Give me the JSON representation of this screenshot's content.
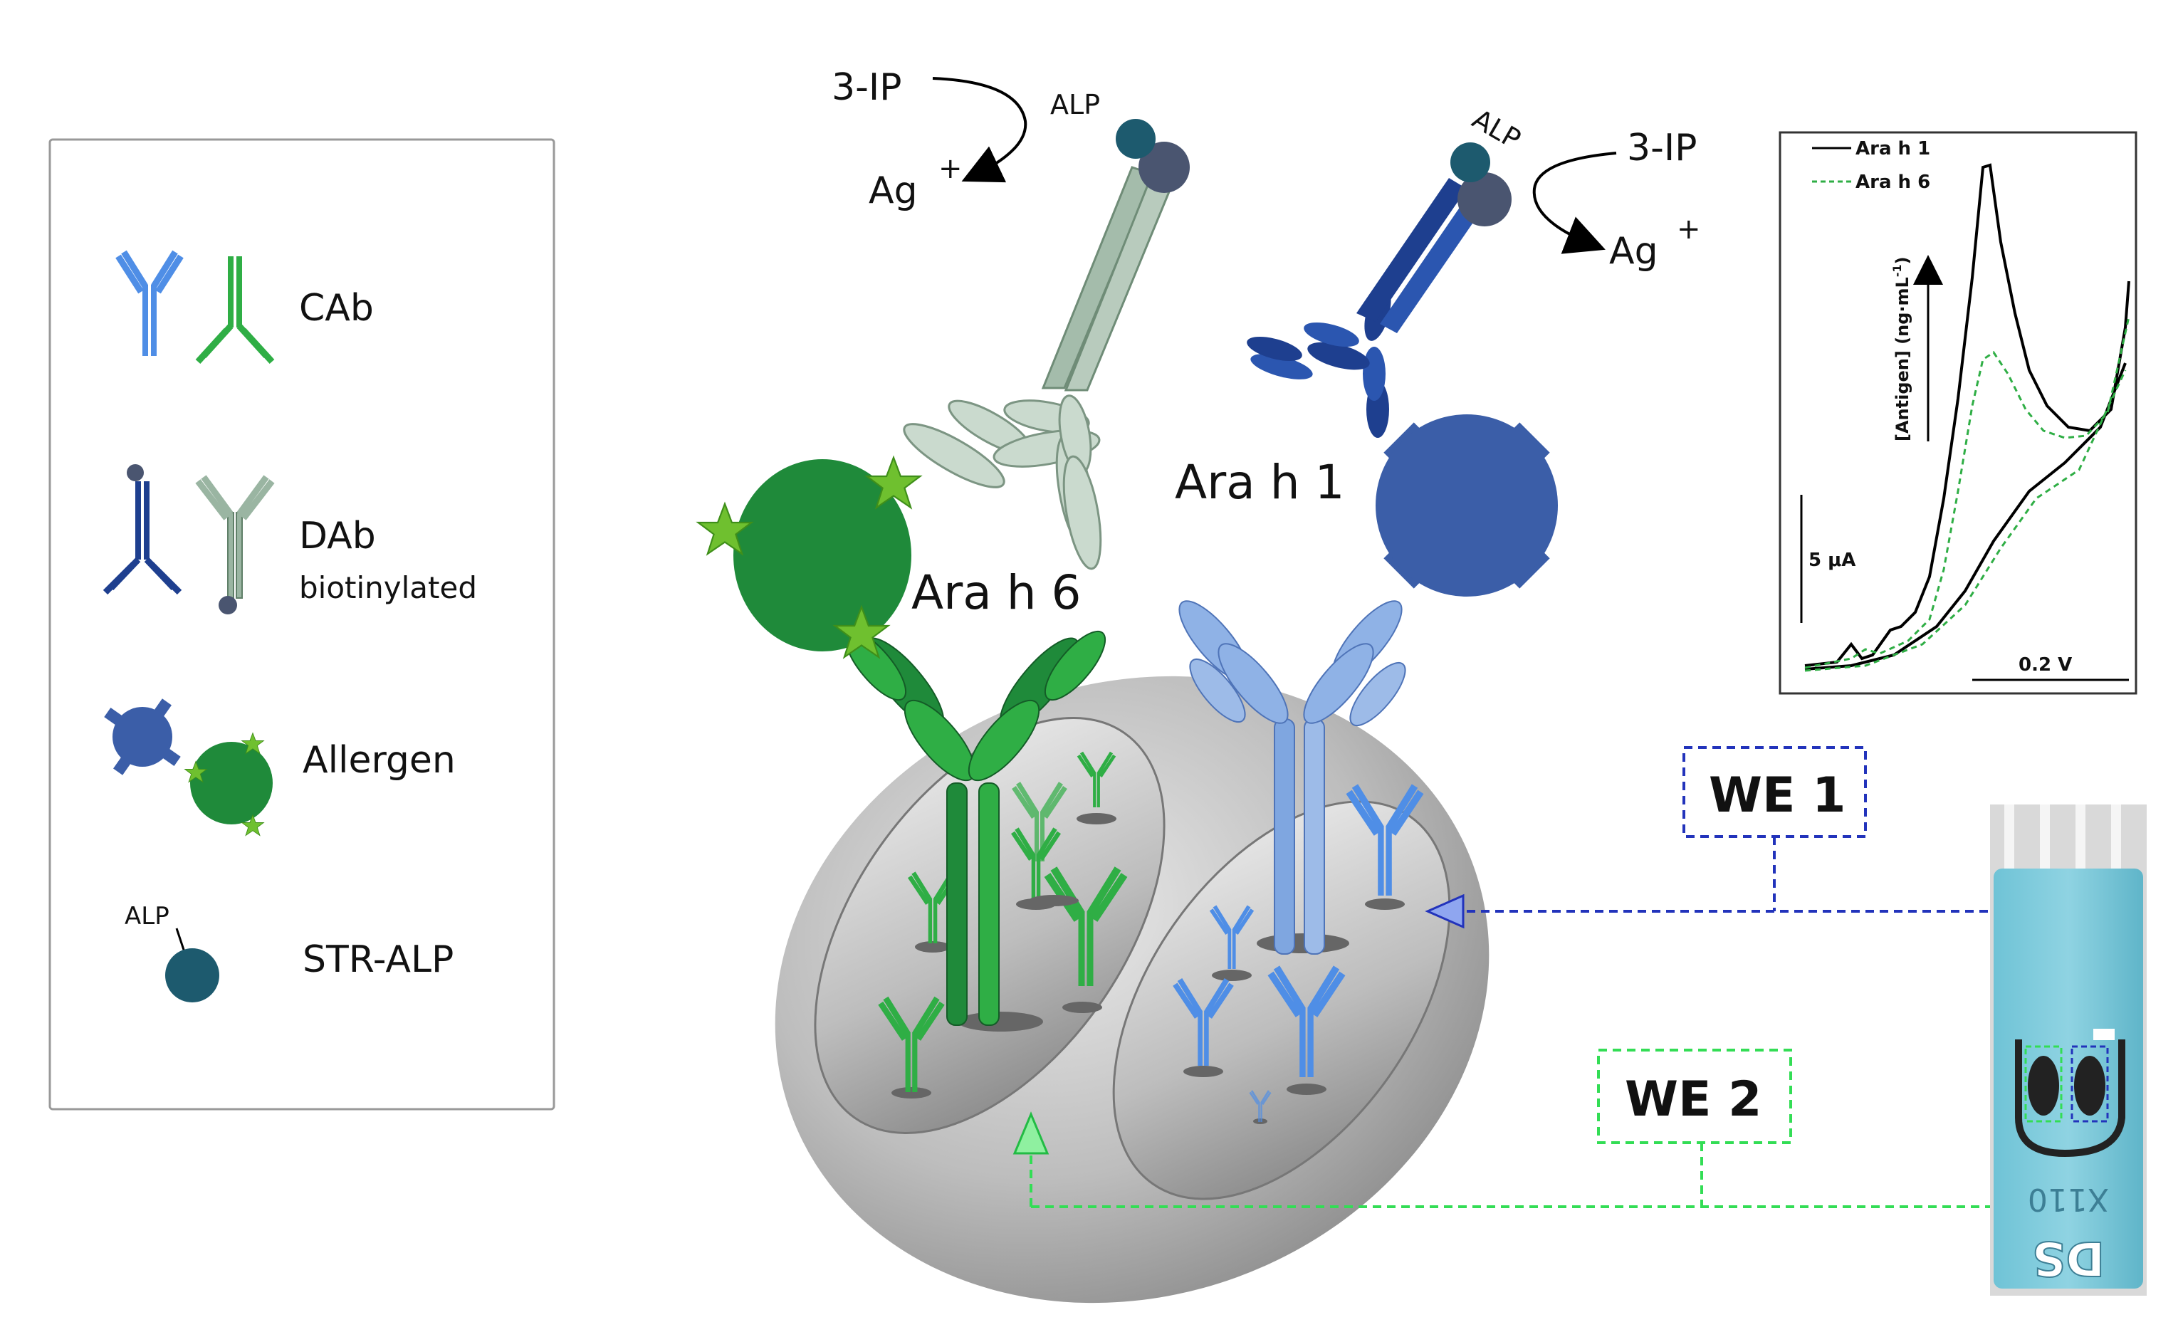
{
  "legend": {
    "cab_label": "CAb",
    "dab_label": "DAb",
    "dab_sub": "biotinylated",
    "allergen_label": "Allergen",
    "alp_tag": "ALP",
    "str_alp_label": "STR-ALP"
  },
  "assay": {
    "ara_h6": "Ara h 6",
    "ara_h1": "Ara h 1",
    "left_reaction": {
      "substrate": "3-IP",
      "product": "Ag",
      "superscript": "+",
      "enzyme": "ALP"
    },
    "right_reaction": {
      "substrate": "3-IP",
      "product": "Ag",
      "superscript": "+",
      "enzyme": "ALP"
    }
  },
  "electrodes": {
    "we1": "WE 1",
    "we2": "WE 2",
    "we1_color": "#2233bb",
    "we2_color": "#33dd55"
  },
  "sensor": {
    "imprint_line1": "DS",
    "imprint_line2": "X110"
  },
  "inset": {
    "legend": [
      "Ara h 1",
      "Ara h 6"
    ],
    "arrow_label": "[Antigen] (ng·mL",
    "arrow_label_sup": "-1",
    "arrow_label_tail": ")",
    "current_scale": "5 μA",
    "potential_scale": "0.2 V"
  },
  "colors": {
    "green": "#1f8a3a",
    "blue": "#3b5ea8",
    "light_blue": "#7fa6e0",
    "grey_green": "#9ab5a2",
    "navy": "#1e3f8f",
    "alp": "#1d5a6e"
  }
}
